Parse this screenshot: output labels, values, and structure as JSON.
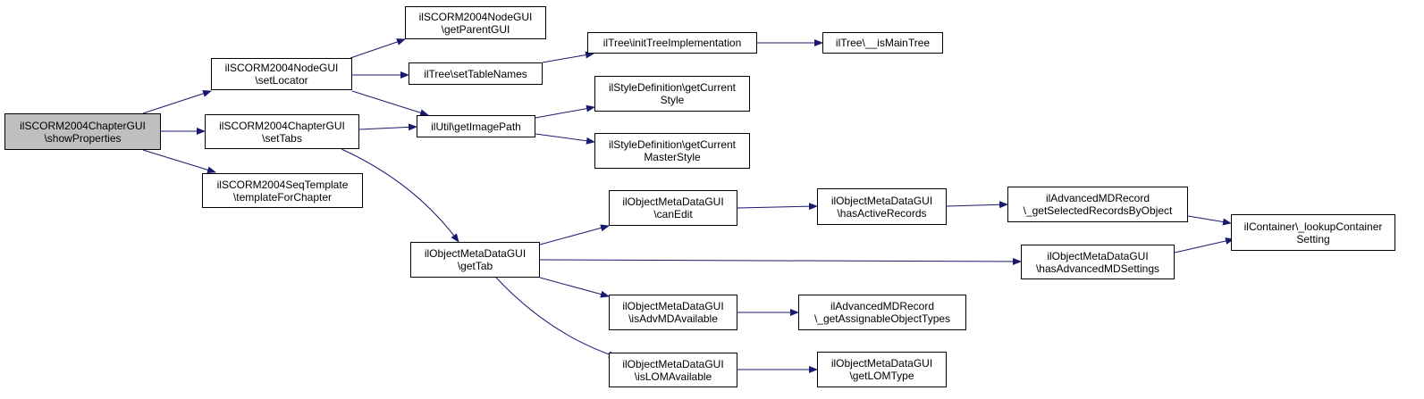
{
  "colors": {
    "edge": "#191970",
    "root_fill": "#bfbfbf",
    "node_fill": "#ffffff",
    "border": "#000000"
  },
  "nodes": {
    "root": [
      "ilSCORM2004ChapterGUI",
      "\\showProperties"
    ],
    "setLocator": [
      "ilSCORM2004NodeGUI",
      "\\setLocator"
    ],
    "setTabs": [
      "ilSCORM2004ChapterGUI",
      "\\setTabs"
    ],
    "templateForChapter": [
      "ilSCORM2004SeqTemplate",
      "\\templateForChapter"
    ],
    "getParentGUI": [
      "ilSCORM2004NodeGUI",
      "\\getParentGUI"
    ],
    "setTableNames": [
      "ilTree\\setTableNames"
    ],
    "initTreeImplementation": [
      "ilTree\\initTreeImplementation"
    ],
    "isMainTree": [
      "ilTree\\__isMainTree"
    ],
    "getImagePath": [
      "ilUtil\\getImagePath"
    ],
    "getCurrentStyle": [
      "ilStyleDefinition\\getCurrent",
      "Style"
    ],
    "getCurrentMasterStyle": [
      "ilStyleDefinition\\getCurrent",
      "MasterStyle"
    ],
    "getTab": [
      "ilObjectMetaDataGUI",
      "\\getTab"
    ],
    "canEdit": [
      "ilObjectMetaDataGUI",
      "\\canEdit"
    ],
    "hasActiveRecords": [
      "ilObjectMetaDataGUI",
      "\\hasActiveRecords"
    ],
    "getSelectedRecordsByObject": [
      "ilAdvancedMDRecord",
      "\\_getSelectedRecordsByObject"
    ],
    "lookupContainerSetting": [
      "ilContainer\\_lookupContainer",
      "Setting"
    ],
    "hasAdvancedMDSettings": [
      "ilObjectMetaDataGUI",
      "\\hasAdvancedMDSettings"
    ],
    "isAdvMDAvailable": [
      "ilObjectMetaDataGUI",
      "\\isAdvMDAvailable"
    ],
    "getAssignableObjectTypes": [
      "ilAdvancedMDRecord",
      "\\_getAssignableObjectTypes"
    ],
    "isLOMAvailable": [
      "ilObjectMetaDataGUI",
      "\\isLOMAvailable"
    ],
    "getLOMType": [
      "ilObjectMetaDataGUI",
      "\\getLOMType"
    ]
  }
}
